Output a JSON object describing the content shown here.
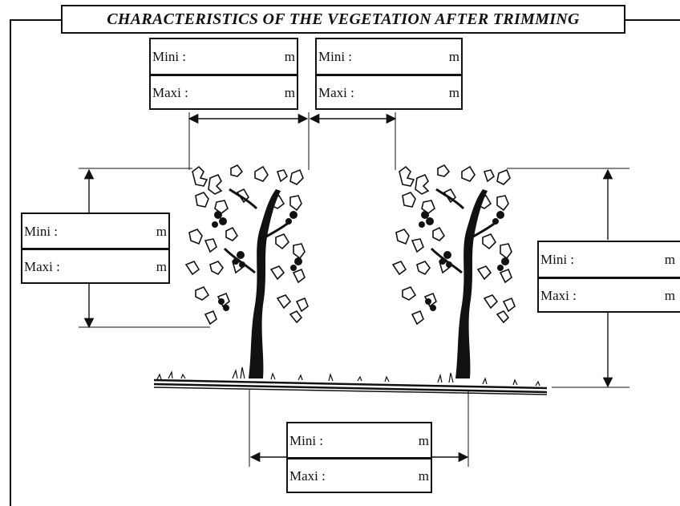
{
  "title": "CHARACTERISTICS OF THE VEGETATION AFTER TRIMMING",
  "measure_label": {
    "mini": "Mini :",
    "maxi": "Maxi :",
    "unit": "m"
  },
  "measurements": {
    "left_canopy_width": {
      "mini": "Mini :",
      "maxi": "Maxi :",
      "unit": "m"
    },
    "gap_between_rows": {
      "mini": "Mini :",
      "maxi": "Maxi :",
      "unit": "m"
    },
    "canopy_height": {
      "mini": "Mini :",
      "maxi": "Maxi :",
      "unit": "m"
    },
    "total_height": {
      "mini": "Mini :",
      "maxi": "Maxi :",
      "unit": "m"
    },
    "row_spacing": {
      "mini": "Mini :",
      "maxi": "Maxi :",
      "unit": "m"
    }
  },
  "colors": {
    "ink": "#111111",
    "paper": "#ffffff"
  },
  "icons": [
    "vine-plant-illustration",
    "arrow-icon",
    "ground-line"
  ]
}
